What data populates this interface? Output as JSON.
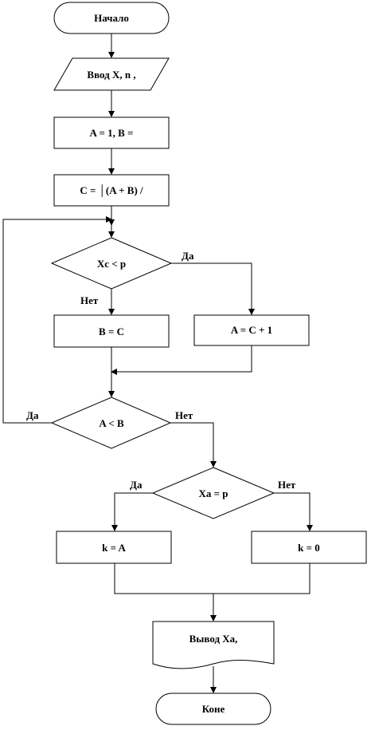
{
  "nodes": {
    "start": "Начало",
    "input": "Ввод X, n ,",
    "init": "A = 1, B =",
    "calc_c": "C = │(A + B) /",
    "cond_xc": "Xc < p",
    "assign_b": "B = C",
    "assign_a": "A = C + 1",
    "cond_ab": "A < B",
    "cond_xa": "Xa = p",
    "k_a": "k = A",
    "k_zero": "k = 0",
    "output": "Вывод Xa,",
    "end": "Коне"
  },
  "edge_labels": {
    "xc_yes": "Да",
    "xc_no": "Нет",
    "ab_yes": "Да",
    "ab_no": "Нет",
    "xa_yes": "Да",
    "xa_no": "Нет"
  },
  "colors": {
    "stroke": "#000000",
    "background": "#ffffff"
  }
}
